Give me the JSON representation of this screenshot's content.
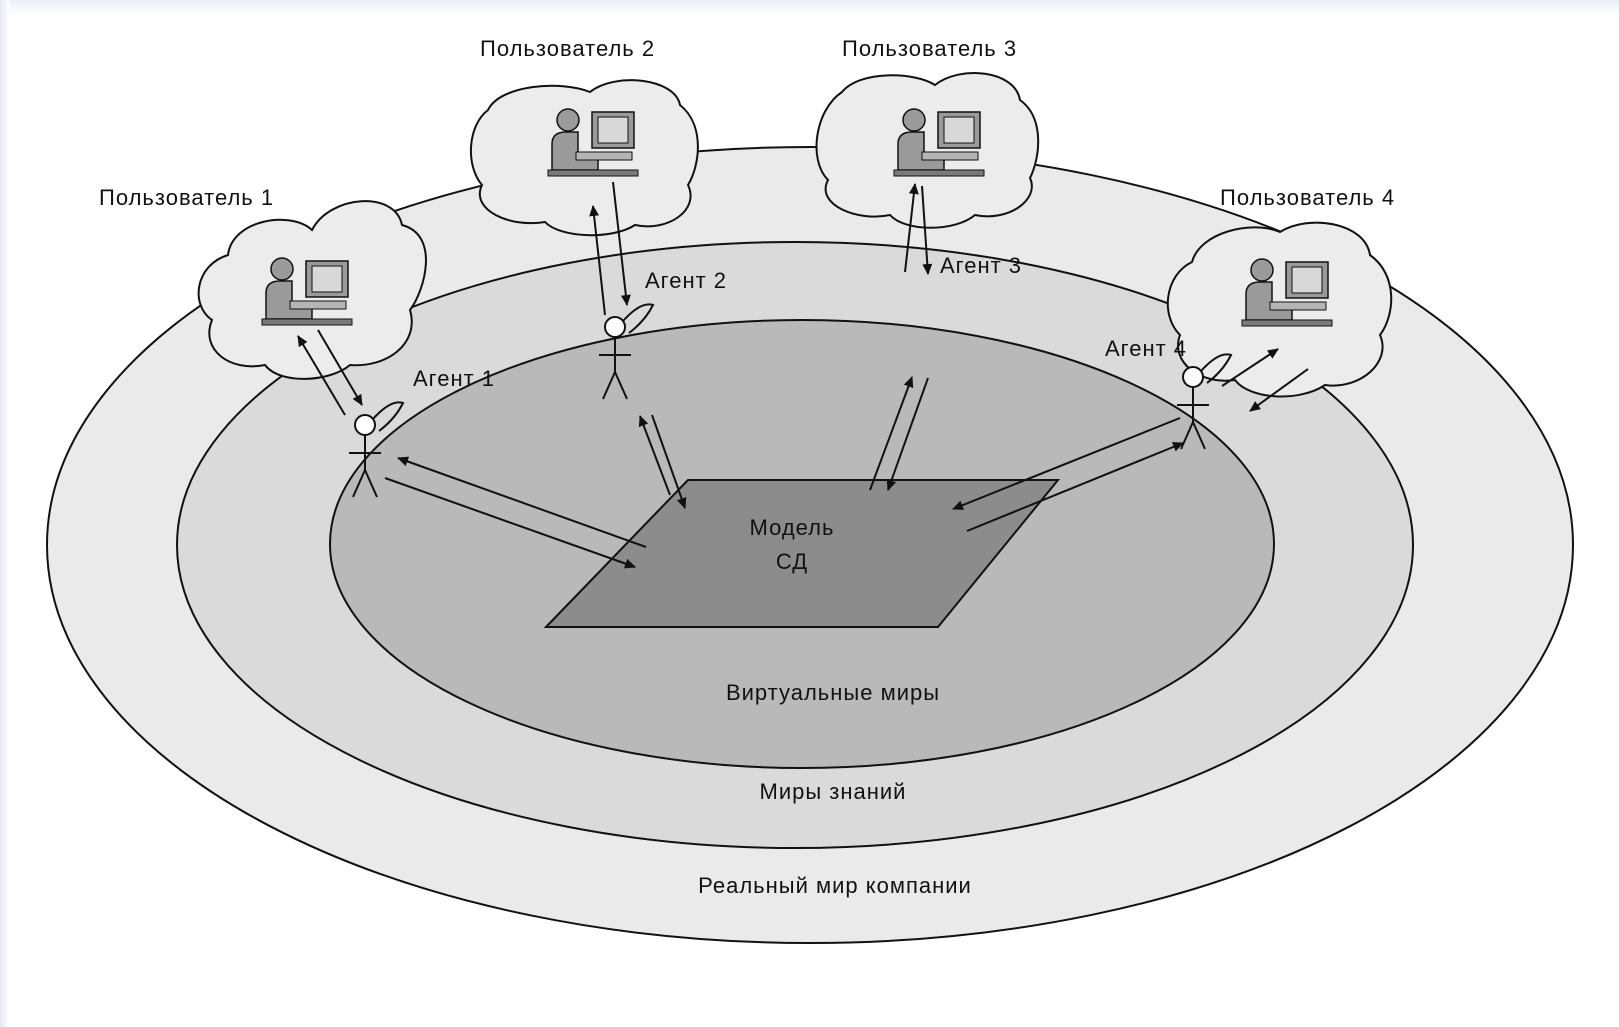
{
  "users": [
    {
      "label": "Пользователь 1"
    },
    {
      "label": "Пользователь 2"
    },
    {
      "label": "Пользователь 3"
    },
    {
      "label": "Пользователь 4"
    }
  ],
  "agents": [
    {
      "label": "Агент 1"
    },
    {
      "label": "Агент 2"
    },
    {
      "label": "Агент 3"
    },
    {
      "label": "Агент 4"
    }
  ],
  "model": {
    "line1": "Модель",
    "line2": "СД"
  },
  "zones": {
    "virtual": "Виртуальные миры",
    "knowledge": "Миры знаний",
    "real": "Реальный мир компании"
  },
  "colors": {
    "real_world_fill": "#eaeaea",
    "knowledge_fill": "#dadada",
    "virtual_fill": "#b9b9b9",
    "model_fill": "#8c8c8c",
    "cloud_fill": "#ececec",
    "computer_fill": "#9a9a9a"
  }
}
